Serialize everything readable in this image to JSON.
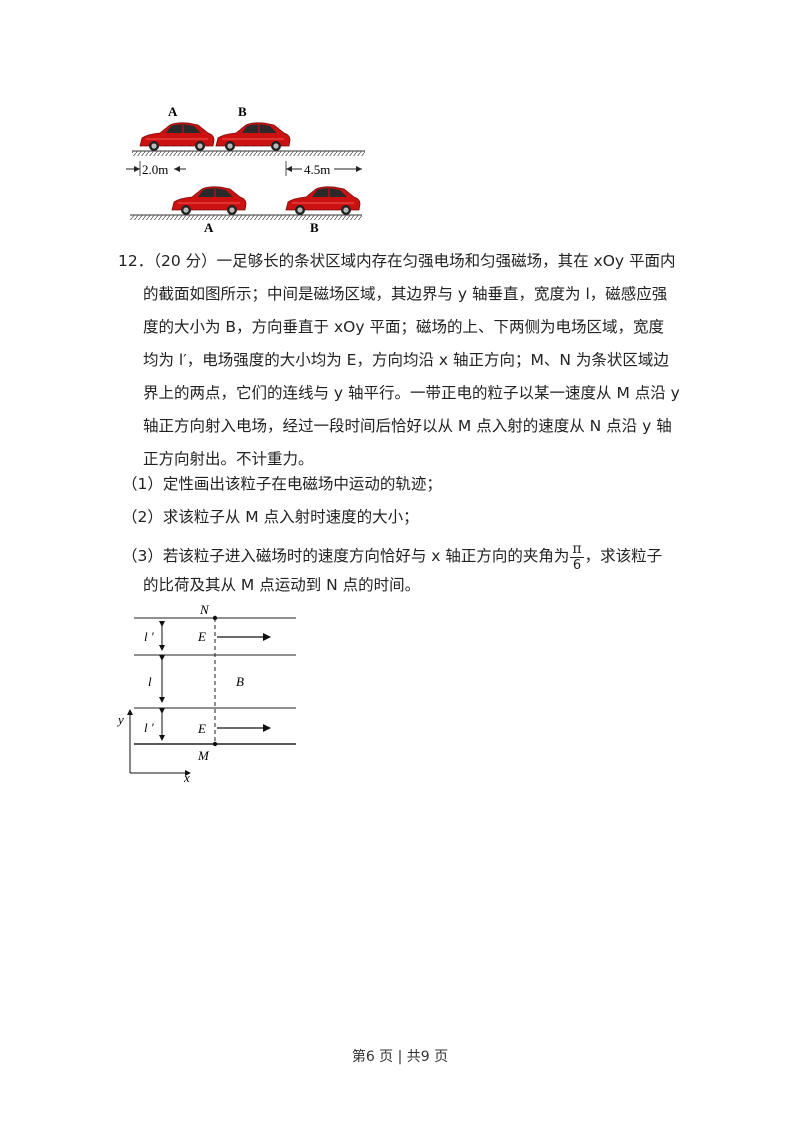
{
  "figure_top": {
    "car_label_a_top": "A",
    "car_label_b_top": "B",
    "car_label_a_bottom": "A",
    "car_label_b_bottom": "B",
    "dim_left": "2.0m",
    "dim_right": "4.5m",
    "colors": {
      "car_body": "#cc1111",
      "car_dark": "#7a0b0b"
    }
  },
  "problem": {
    "line1": "12．（20 分）一足够长的条状区域内存在匀强电场和匀强磁场，其在 xOy 平面内",
    "line2": "的截面如图所示；中间是磁场区域，其边界与 y 轴垂直，宽度为 l，磁感应强",
    "line3": "度的大小为 B，方向垂直于 xOy 平面；磁场的上、下两侧为电场区域，宽度",
    "line4": "均为 l′，电场强度的大小均为 E，方向均沿 x 轴正方向；M、N 为条状区域边",
    "line5": "界上的两点，它们的连线与 y 轴平行。一带正电的粒子以某一速度从 M 点沿 y",
    "line6": "轴正方向射入电场，经过一段时间后恰好以从 M 点入射的速度从 N 点沿 y 轴",
    "line7": "正方向射出。不计重力。",
    "q1": "（1）定性画出该粒子在电磁场中运动的轨迹；",
    "q2": "（2）求该粒子从 M 点入射时速度的大小；",
    "q3_before": "（3）若该粒子进入磁场时的速度方向恰好与 x 轴正方向的夹角为",
    "q3_frac_num": "π",
    "q3_frac_den": "6",
    "q3_after": "，求该粒子",
    "q3_line2": "的比荷及其从 M 点运动到 N 点的时间。"
  },
  "figure_field": {
    "label_n": "N",
    "label_m": "M",
    "label_e_top": "E",
    "label_e_bottom": "E",
    "label_b": "B",
    "label_l_prime_top": "l ′",
    "label_l": "l",
    "label_l_prime_bottom": "l ′",
    "axis_y": "y",
    "axis_x": "x"
  },
  "footer": {
    "page_text": "第6 页  |  共9 页"
  }
}
